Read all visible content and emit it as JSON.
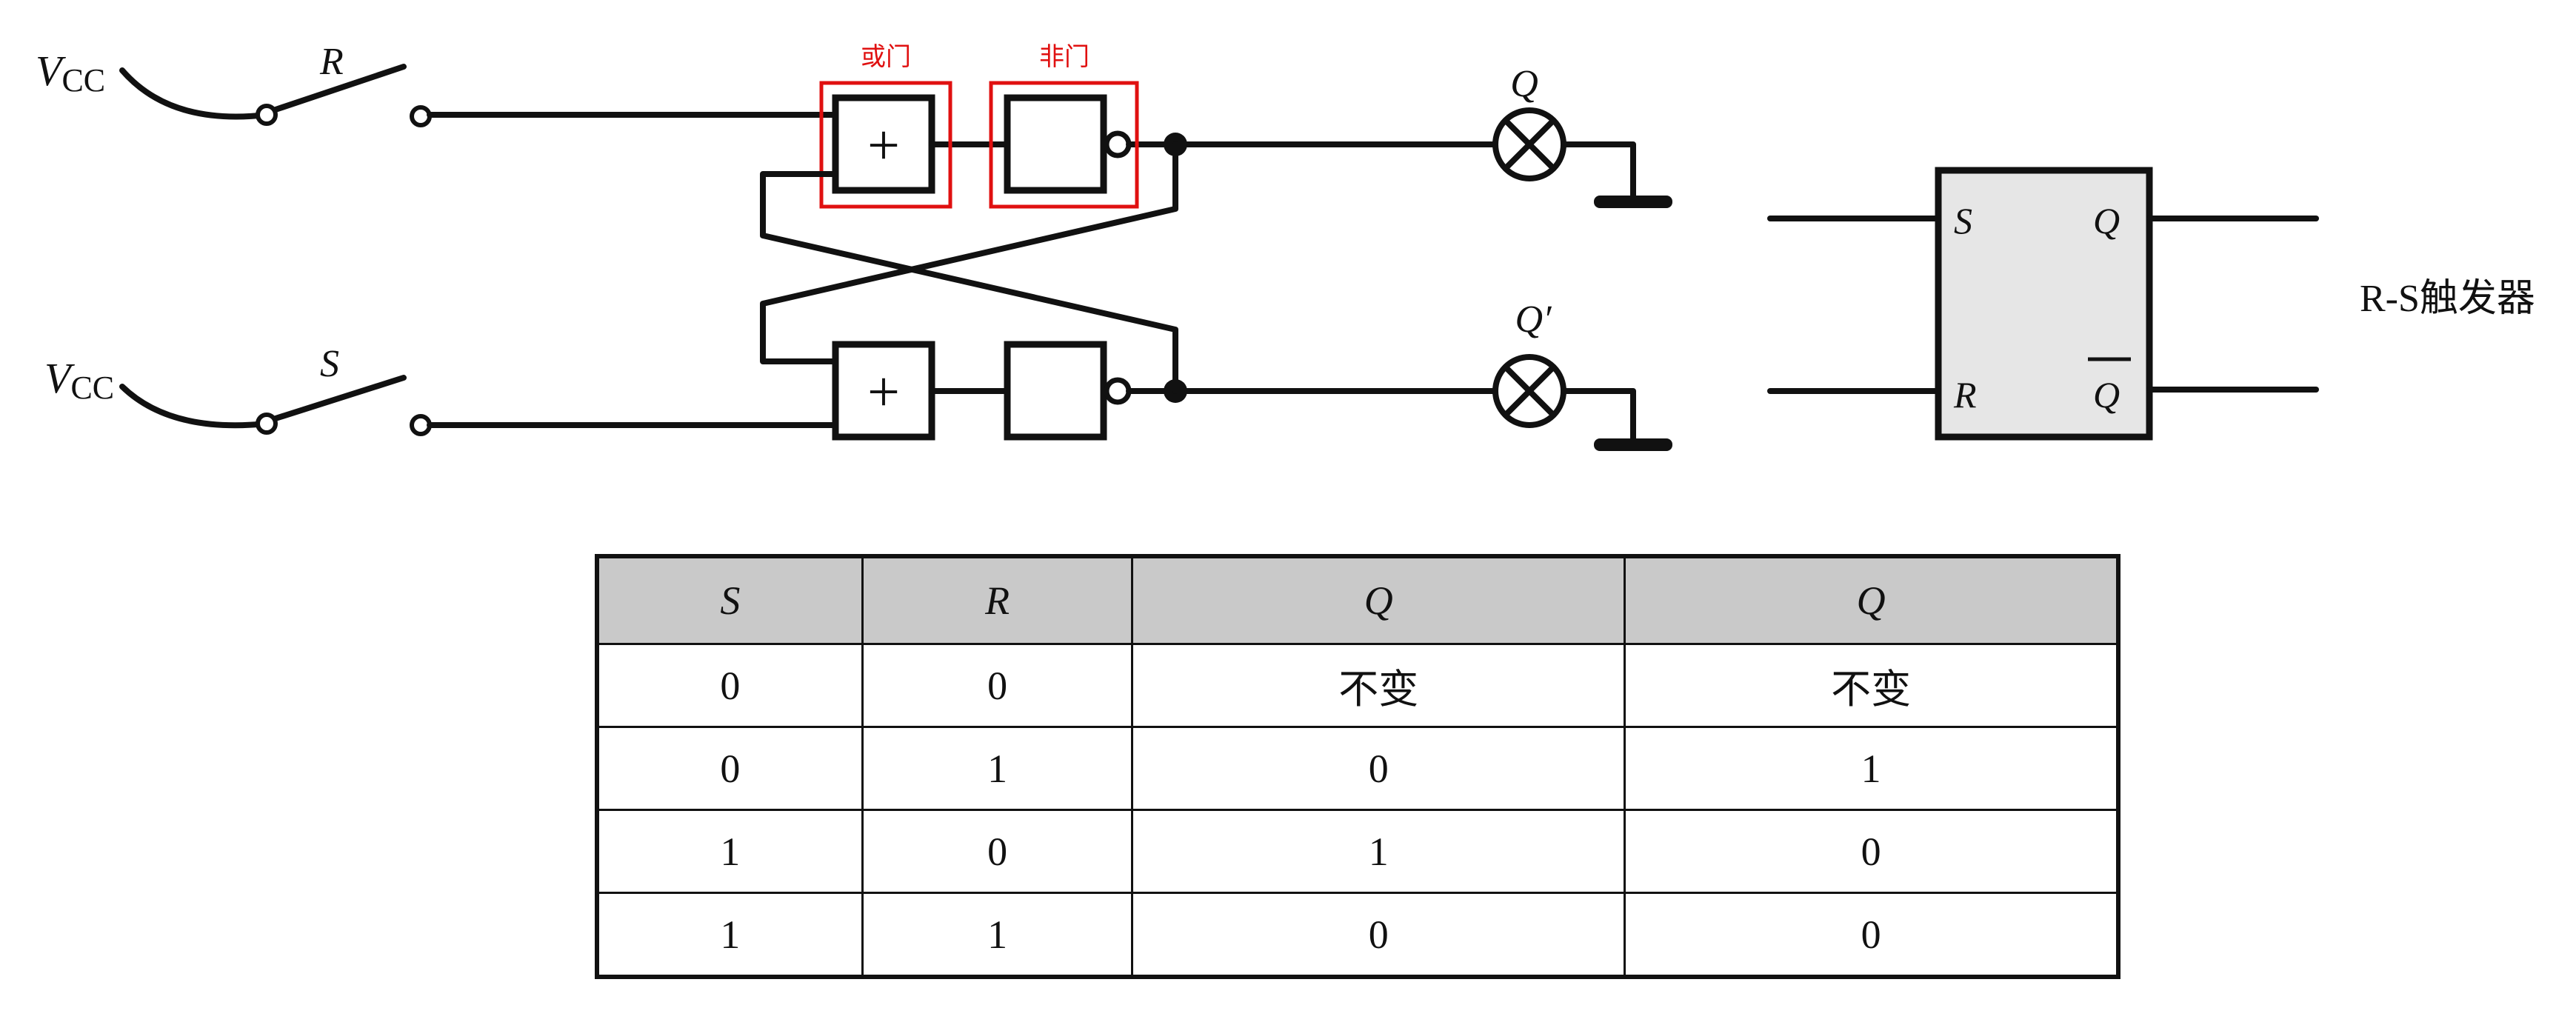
{
  "circuit": {
    "vcc_label_main": "V",
    "vcc_label_sub": "CC",
    "switch_top_label": "R",
    "switch_bottom_label": "S",
    "or_gate_symbol": "+",
    "or_gate_annotation": "或门",
    "not_gate_annotation": "非门",
    "output_q_label": "Q",
    "output_q_prime_label": "Q′",
    "highlight_color": "#e01010"
  },
  "flipflop_block": {
    "pin_s": "S",
    "pin_r": "R",
    "pin_q": "Q",
    "pin_q_bar": "Q",
    "title": "R-S触发器"
  },
  "truth_table": {
    "headers": [
      "S",
      "R",
      "Q",
      "Q"
    ],
    "rows": [
      [
        "0",
        "0",
        "不变",
        "不变"
      ],
      [
        "0",
        "1",
        "0",
        "1"
      ],
      [
        "1",
        "0",
        "1",
        "0"
      ],
      [
        "1",
        "1",
        "0",
        "0"
      ]
    ]
  }
}
